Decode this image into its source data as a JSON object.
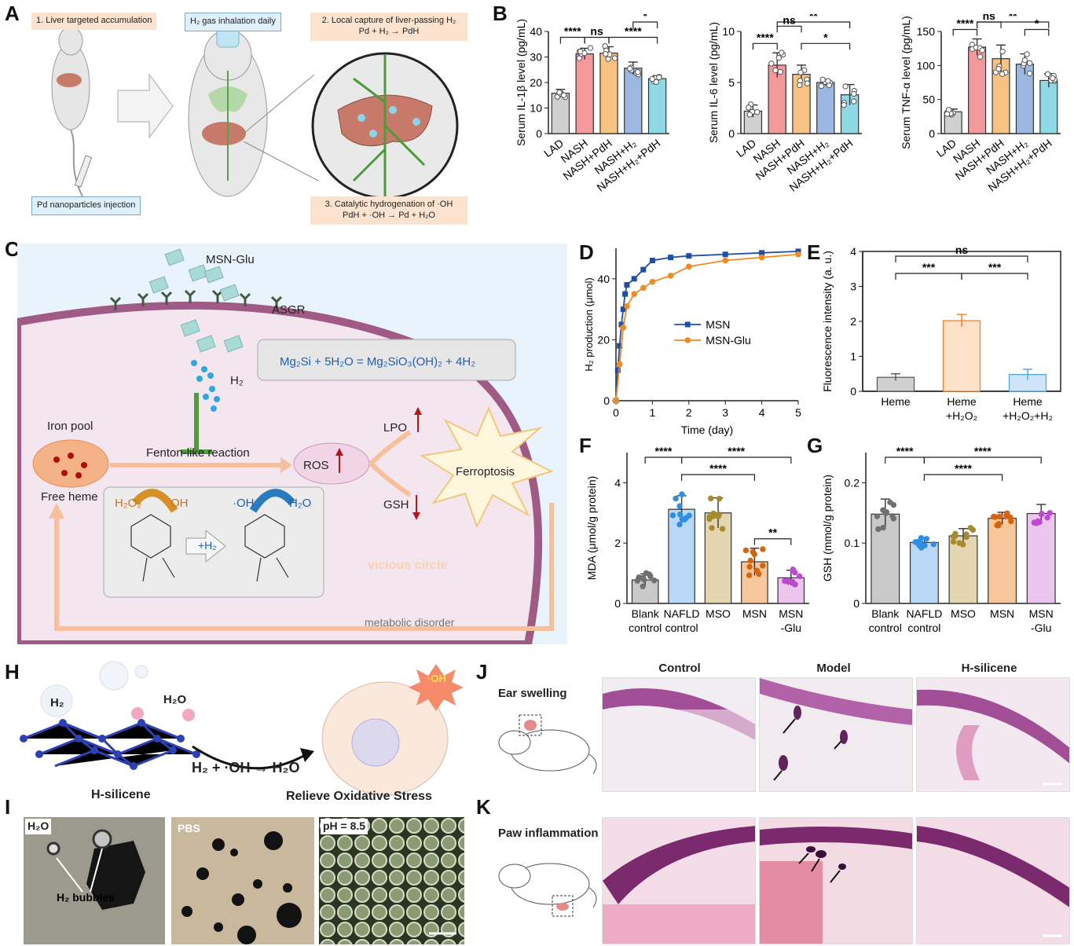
{
  "panels": {
    "A": {
      "label": "A",
      "step1": "1. Liver targeted accumulation",
      "inhalation": "H₂ gas inhalation daily",
      "step2_line1": "2. Local capture of liver-passing H₂",
      "step2_line2": "Pd + H₂ → PdH",
      "injection": "Pd nanoparticles injection",
      "step3_line1": "3. Catalytic hydrogenation of ·OH",
      "step3_line2": "PdH + ·OH → Pd + H₂O"
    },
    "B": {
      "label": "B"
    },
    "C": {
      "label": "C",
      "msn_glu": "MSN-Glu",
      "asgr": "ASGR",
      "equation": "Mg₂Si + 5H₂O = Mg₂SiO₃(OH)₂ + 4H₂",
      "h2": "H₂",
      "iron_pool": "Iron pool",
      "free_heme": "Free heme",
      "fenton": "Fenton-like reaction",
      "ros": "ROS",
      "lpo": "LPO",
      "gsh": "GSH",
      "ferroptosis": "Ferroptosis",
      "h2o2": "H₂O₂",
      "oh_left": "·OH",
      "oh_right": "·OH",
      "h2o": "H₂O",
      "plus_h2": "+H₂",
      "vicious": "vicious circle",
      "metabolic": "metabolic disorder"
    },
    "D": {
      "label": "D"
    },
    "E": {
      "label": "E"
    },
    "F": {
      "label": "F"
    },
    "G": {
      "label": "G"
    },
    "H": {
      "label": "H",
      "h2": "H₂",
      "h2o": "H₂O",
      "reaction": "H₂ + ·OH → H₂O",
      "hsilicene": "H-silicene",
      "relieve": "Relieve Oxidative Stress",
      "oh": "·OH"
    },
    "I": {
      "label": "I",
      "img1": "H₂O",
      "img2": "PBS",
      "img3": "pH = 8.5",
      "bubbles": "H₂ bubbles"
    },
    "J": {
      "label": "J",
      "caption": "Ear swelling",
      "col1": "Control",
      "col2": "Model",
      "col3": "H-silicene"
    },
    "K": {
      "label": "K",
      "caption": "Paw inflammation"
    }
  },
  "chart_data": [
    {
      "panel": "B1",
      "type": "bar",
      "categories": [
        "LAD",
        "NASH",
        "NASH+PdH",
        "NASH+H₂",
        "NASH+H₂+PdH"
      ],
      "values": [
        15.8,
        31.2,
        31.5,
        25.6,
        21.5
      ],
      "errors": [
        1.5,
        2.2,
        2.5,
        2.4,
        1.2
      ],
      "ylabel": "Serum IL-1β level (pg/mL)",
      "ylim": [
        0,
        40
      ],
      "yticks": [
        0,
        10,
        20,
        30,
        40
      ],
      "colors": [
        "#d0d0d0",
        "#f4999b",
        "#f8c283",
        "#9cb7e1",
        "#8fd9e6"
      ],
      "sig": [
        {
          "from": 0,
          "to": 1,
          "text": "****",
          "level": 0
        },
        {
          "from": 1,
          "to": 2,
          "text": "ns",
          "level": 0
        },
        {
          "from": 2,
          "to": 4,
          "text": "****",
          "level": 0
        },
        {
          "from": 3,
          "to": 4,
          "text": "*",
          "level": 1
        }
      ]
    },
    {
      "panel": "B2",
      "type": "bar",
      "categories": [
        "LAD",
        "NASH",
        "NASH+PdH",
        "NASH+H₂",
        "NASH+H₂+PdH"
      ],
      "values": [
        2.2,
        6.7,
        5.8,
        5.0,
        3.8
      ],
      "errors": [
        0.6,
        1.2,
        0.9,
        0.3,
        1.0
      ],
      "ylabel": "Serum IL-6 level (pg/mL)",
      "ylim": [
        0,
        10
      ],
      "yticks": [
        0,
        5,
        10
      ],
      "colors": [
        "#d0d0d0",
        "#f4999b",
        "#f8c283",
        "#9cb7e1",
        "#8fd9e6"
      ],
      "sig": [
        {
          "from": 0,
          "to": 1,
          "text": "****",
          "level": 0
        },
        {
          "from": 1,
          "to": 4,
          "text": "**",
          "level": 2
        },
        {
          "from": 1,
          "to": 2,
          "text": "ns",
          "level": 1
        },
        {
          "from": 2,
          "to": 4,
          "text": "*",
          "level": 0
        }
      ]
    },
    {
      "panel": "B3",
      "type": "bar",
      "categories": [
        "LAD",
        "NASH",
        "NASH+PdH",
        "NASH+H₂",
        "NASH+H₂+PdH"
      ],
      "values": [
        32,
        127,
        110,
        102,
        78
      ],
      "errors": [
        4,
        12,
        20,
        15,
        10
      ],
      "ylabel": "Serum TNF-α level (pg/mL)",
      "ylim": [
        0,
        150
      ],
      "yticks": [
        0,
        50,
        100,
        150
      ],
      "colors": [
        "#d0d0d0",
        "#f4999b",
        "#f8c283",
        "#9cb7e1",
        "#8fd9e6"
      ],
      "sig": [
        {
          "from": 0,
          "to": 1,
          "text": "****",
          "level": 0
        },
        {
          "from": 1,
          "to": 2,
          "text": "ns",
          "level": 1
        },
        {
          "from": 1,
          "to": 4,
          "text": "**",
          "level": 2
        },
        {
          "from": 3,
          "to": 4,
          "text": "*",
          "level": 0
        }
      ]
    },
    {
      "panel": "D",
      "type": "line",
      "xlabel": "Time (day)",
      "ylabel": "H₂ production (μmol)",
      "xlim": [
        0,
        5
      ],
      "ylim": [
        0,
        50
      ],
      "xticks": [
        0,
        1,
        2,
        3,
        4,
        5
      ],
      "yticks": [
        0,
        20,
        40
      ],
      "series": [
        {
          "name": "MSN",
          "color": "#1f4fa3",
          "x": [
            0,
            0.05,
            0.1,
            0.15,
            0.2,
            0.25,
            0.3,
            0.5,
            0.75,
            1,
            1.5,
            2,
            3,
            4,
            5
          ],
          "y": [
            0,
            10,
            18,
            25,
            30,
            35,
            38,
            40,
            43,
            46,
            47,
            47.5,
            48,
            48.5,
            49
          ]
        },
        {
          "name": "MSN-Glu",
          "color": "#f08a24",
          "x": [
            0,
            0.1,
            0.2,
            0.3,
            0.5,
            0.75,
            1,
            1.5,
            2,
            3,
            4,
            5
          ],
          "y": [
            0,
            12,
            24,
            31,
            35,
            37,
            39,
            41,
            44,
            46,
            47,
            48
          ]
        }
      ]
    },
    {
      "panel": "E",
      "type": "bar",
      "categories": [
        "Heme",
        "Heme +H₂O₂",
        "Heme +H₂O₂+H₂"
      ],
      "values": [
        0.4,
        2.02,
        0.48
      ],
      "errors": [
        0.1,
        0.18,
        0.15
      ],
      "ylabel": "Fluorescence intensity (a. u.)",
      "ylim": [
        0,
        4
      ],
      "yticks": [
        0,
        1,
        2,
        3,
        4
      ],
      "colors": [
        "#d0d0d0",
        "#fde1c8",
        "#cfe4f8"
      ],
      "edges": [
        "#555555",
        "#ef7c21",
        "#4fa3e3"
      ],
      "sig": [
        {
          "from": 0,
          "to": 1,
          "text": "***",
          "level": 0
        },
        {
          "from": 1,
          "to": 2,
          "text": "***",
          "level": 0
        },
        {
          "from": 0,
          "to": 2,
          "text": "ns",
          "level": 1
        }
      ]
    },
    {
      "panel": "F",
      "type": "bar",
      "categories": [
        "Blank control",
        "NAFLD control",
        "MSO",
        "MSN",
        "MSN -Glu"
      ],
      "values": [
        0.78,
        3.12,
        3.0,
        1.38,
        0.85
      ],
      "errors": [
        0.2,
        0.45,
        0.5,
        0.45,
        0.25
      ],
      "ylabel": "MDA (μmol/g protein)",
      "ylim": [
        0,
        5
      ],
      "yticks": [
        0,
        2,
        4
      ],
      "colors": [
        "#c9c9c9",
        "#b9d7f6",
        "#e3d6b0",
        "#f6c89c",
        "#ecc5ef"
      ],
      "dots": [
        "#707070",
        "#2f8de4",
        "#a78a2e",
        "#d9620f",
        "#c048d4"
      ],
      "sig": [
        {
          "from": 0,
          "to": 1,
          "text": "****",
          "level": 1
        },
        {
          "from": 1,
          "to": 4,
          "text": "****",
          "level": 1
        },
        {
          "from": 1,
          "to": 3,
          "text": "****",
          "level": 0
        },
        {
          "from": 3,
          "to": 4,
          "text": "**",
          "level": -1
        }
      ]
    },
    {
      "panel": "G",
      "type": "bar",
      "categories": [
        "Blank control",
        "NAFLD control",
        "MSO",
        "MSN",
        "MSN -Glu"
      ],
      "values": [
        0.148,
        0.101,
        0.112,
        0.141,
        0.149
      ],
      "errors": [
        0.025,
        0.008,
        0.012,
        0.01,
        0.015
      ],
      "ylabel": "GSH (mmol/g protein)",
      "ylim": [
        0,
        0.25
      ],
      "yticks": [
        0.0,
        0.1,
        0.2
      ],
      "colors": [
        "#c9c9c9",
        "#b9d7f6",
        "#e3d6b0",
        "#f6c89c",
        "#ecc5ef"
      ],
      "dots": [
        "#707070",
        "#2f8de4",
        "#a78a2e",
        "#d9620f",
        "#c048d4"
      ],
      "sig": [
        {
          "from": 0,
          "to": 1,
          "text": "****",
          "level": 1
        },
        {
          "from": 1,
          "to": 4,
          "text": "****",
          "level": 1
        },
        {
          "from": 1,
          "to": 3,
          "text": "****",
          "level": 0
        }
      ]
    }
  ]
}
